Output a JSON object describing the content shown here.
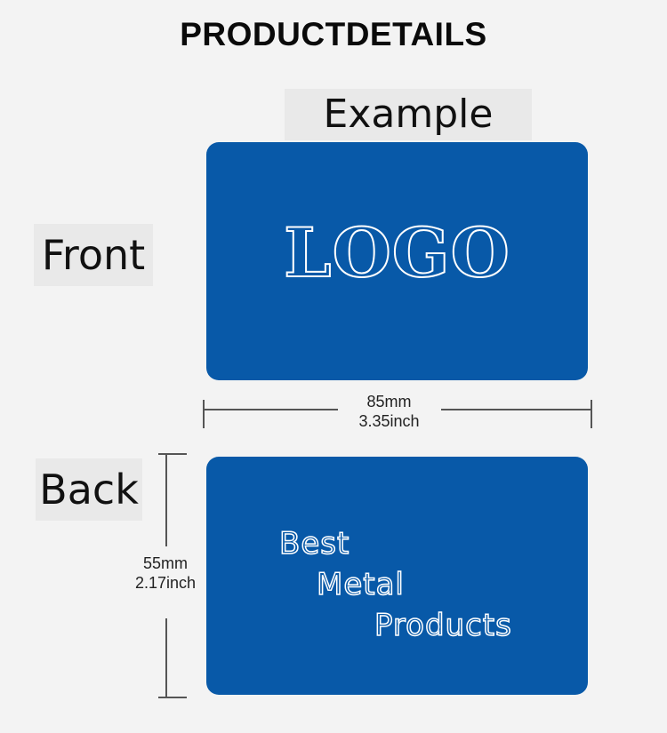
{
  "header": {
    "title": "PRODUCTDETAILS"
  },
  "labels": {
    "example": "Example",
    "front": "Front",
    "back": "Back"
  },
  "card_front": {
    "logo_text": "LOGO",
    "color": "#0859a8"
  },
  "card_back": {
    "line1": "Best",
    "line2": "Metal",
    "line3": "Products",
    "color": "#0859a8"
  },
  "dimensions": {
    "width_mm": "85mm",
    "width_inch": "3.35inch",
    "height_mm": "55mm",
    "height_inch": "2.17inch"
  }
}
